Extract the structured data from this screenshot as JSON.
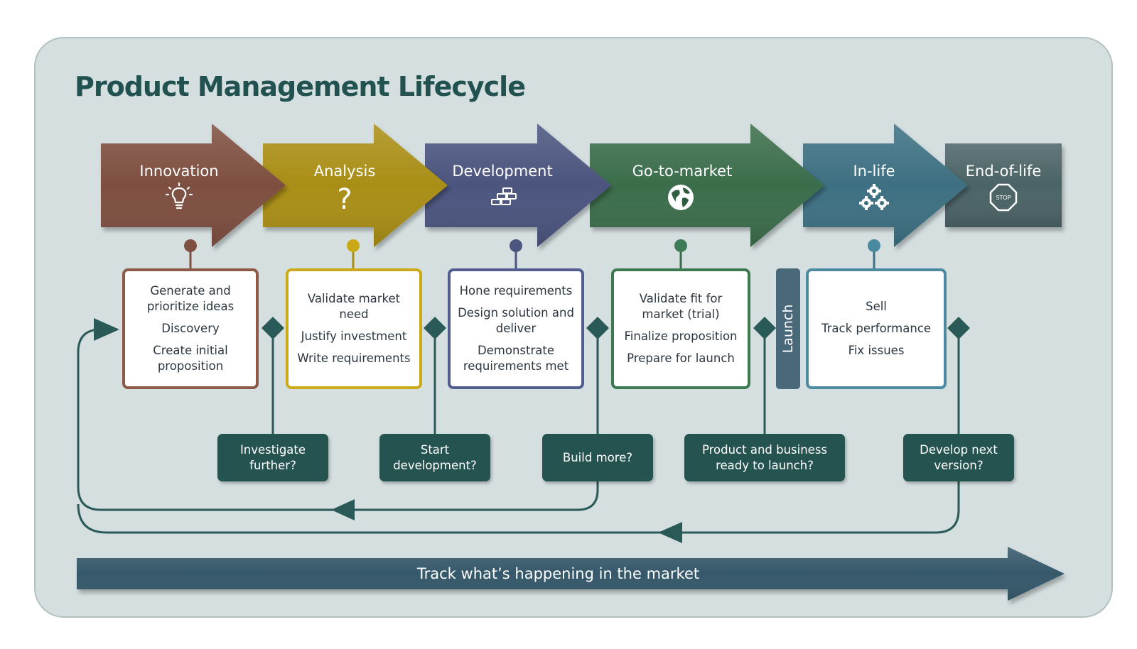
{
  "title": "Product Management Lifecycle",
  "stages": [
    {
      "label": "Innovation",
      "icon": "lightbulb-icon",
      "color": "#7e5040",
      "items": [
        "Generate and prioritize ideas",
        "Discovery",
        "Create initial proposition"
      ]
    },
    {
      "label": "Analysis",
      "icon": "question-mark-icon",
      "color": "#a98e14",
      "items": [
        "Validate market need",
        "Justify investment",
        "Write requirements"
      ]
    },
    {
      "label": "Development",
      "icon": "bricks-icon",
      "color": "#4b557e",
      "items": [
        "Hone requirements",
        "Design solution and deliver",
        "Demonstrate requirements met"
      ]
    },
    {
      "label": "Go-to-market",
      "icon": "globe-icon",
      "color": "#3a6d4c",
      "items": [
        "Validate fit for market (trial)",
        "Finalize proposition",
        "Prepare for launch"
      ]
    },
    {
      "label": "In-life",
      "icon": "gears-icon",
      "color": "#3e6f82",
      "items": [
        "Sell",
        "Track performance",
        "Fix issues"
      ]
    },
    {
      "label": "End-of-life",
      "icon": "stop-sign-icon",
      "color": "#4b6466",
      "items": []
    }
  ],
  "stop_sign_text": "STOP",
  "launch_label": "Launch",
  "decisions": [
    "Investigate further?",
    "Start development?",
    "Build more?",
    "Product and business ready to launch?",
    "Develop next version?"
  ],
  "market_bar_label": "Track what’s happening in the market",
  "colors": {
    "panel": "#d5dfe0",
    "title": "#21524f",
    "decision": "#25534f",
    "loop_line": "#2a5a57",
    "market_bar": "#34596b"
  }
}
